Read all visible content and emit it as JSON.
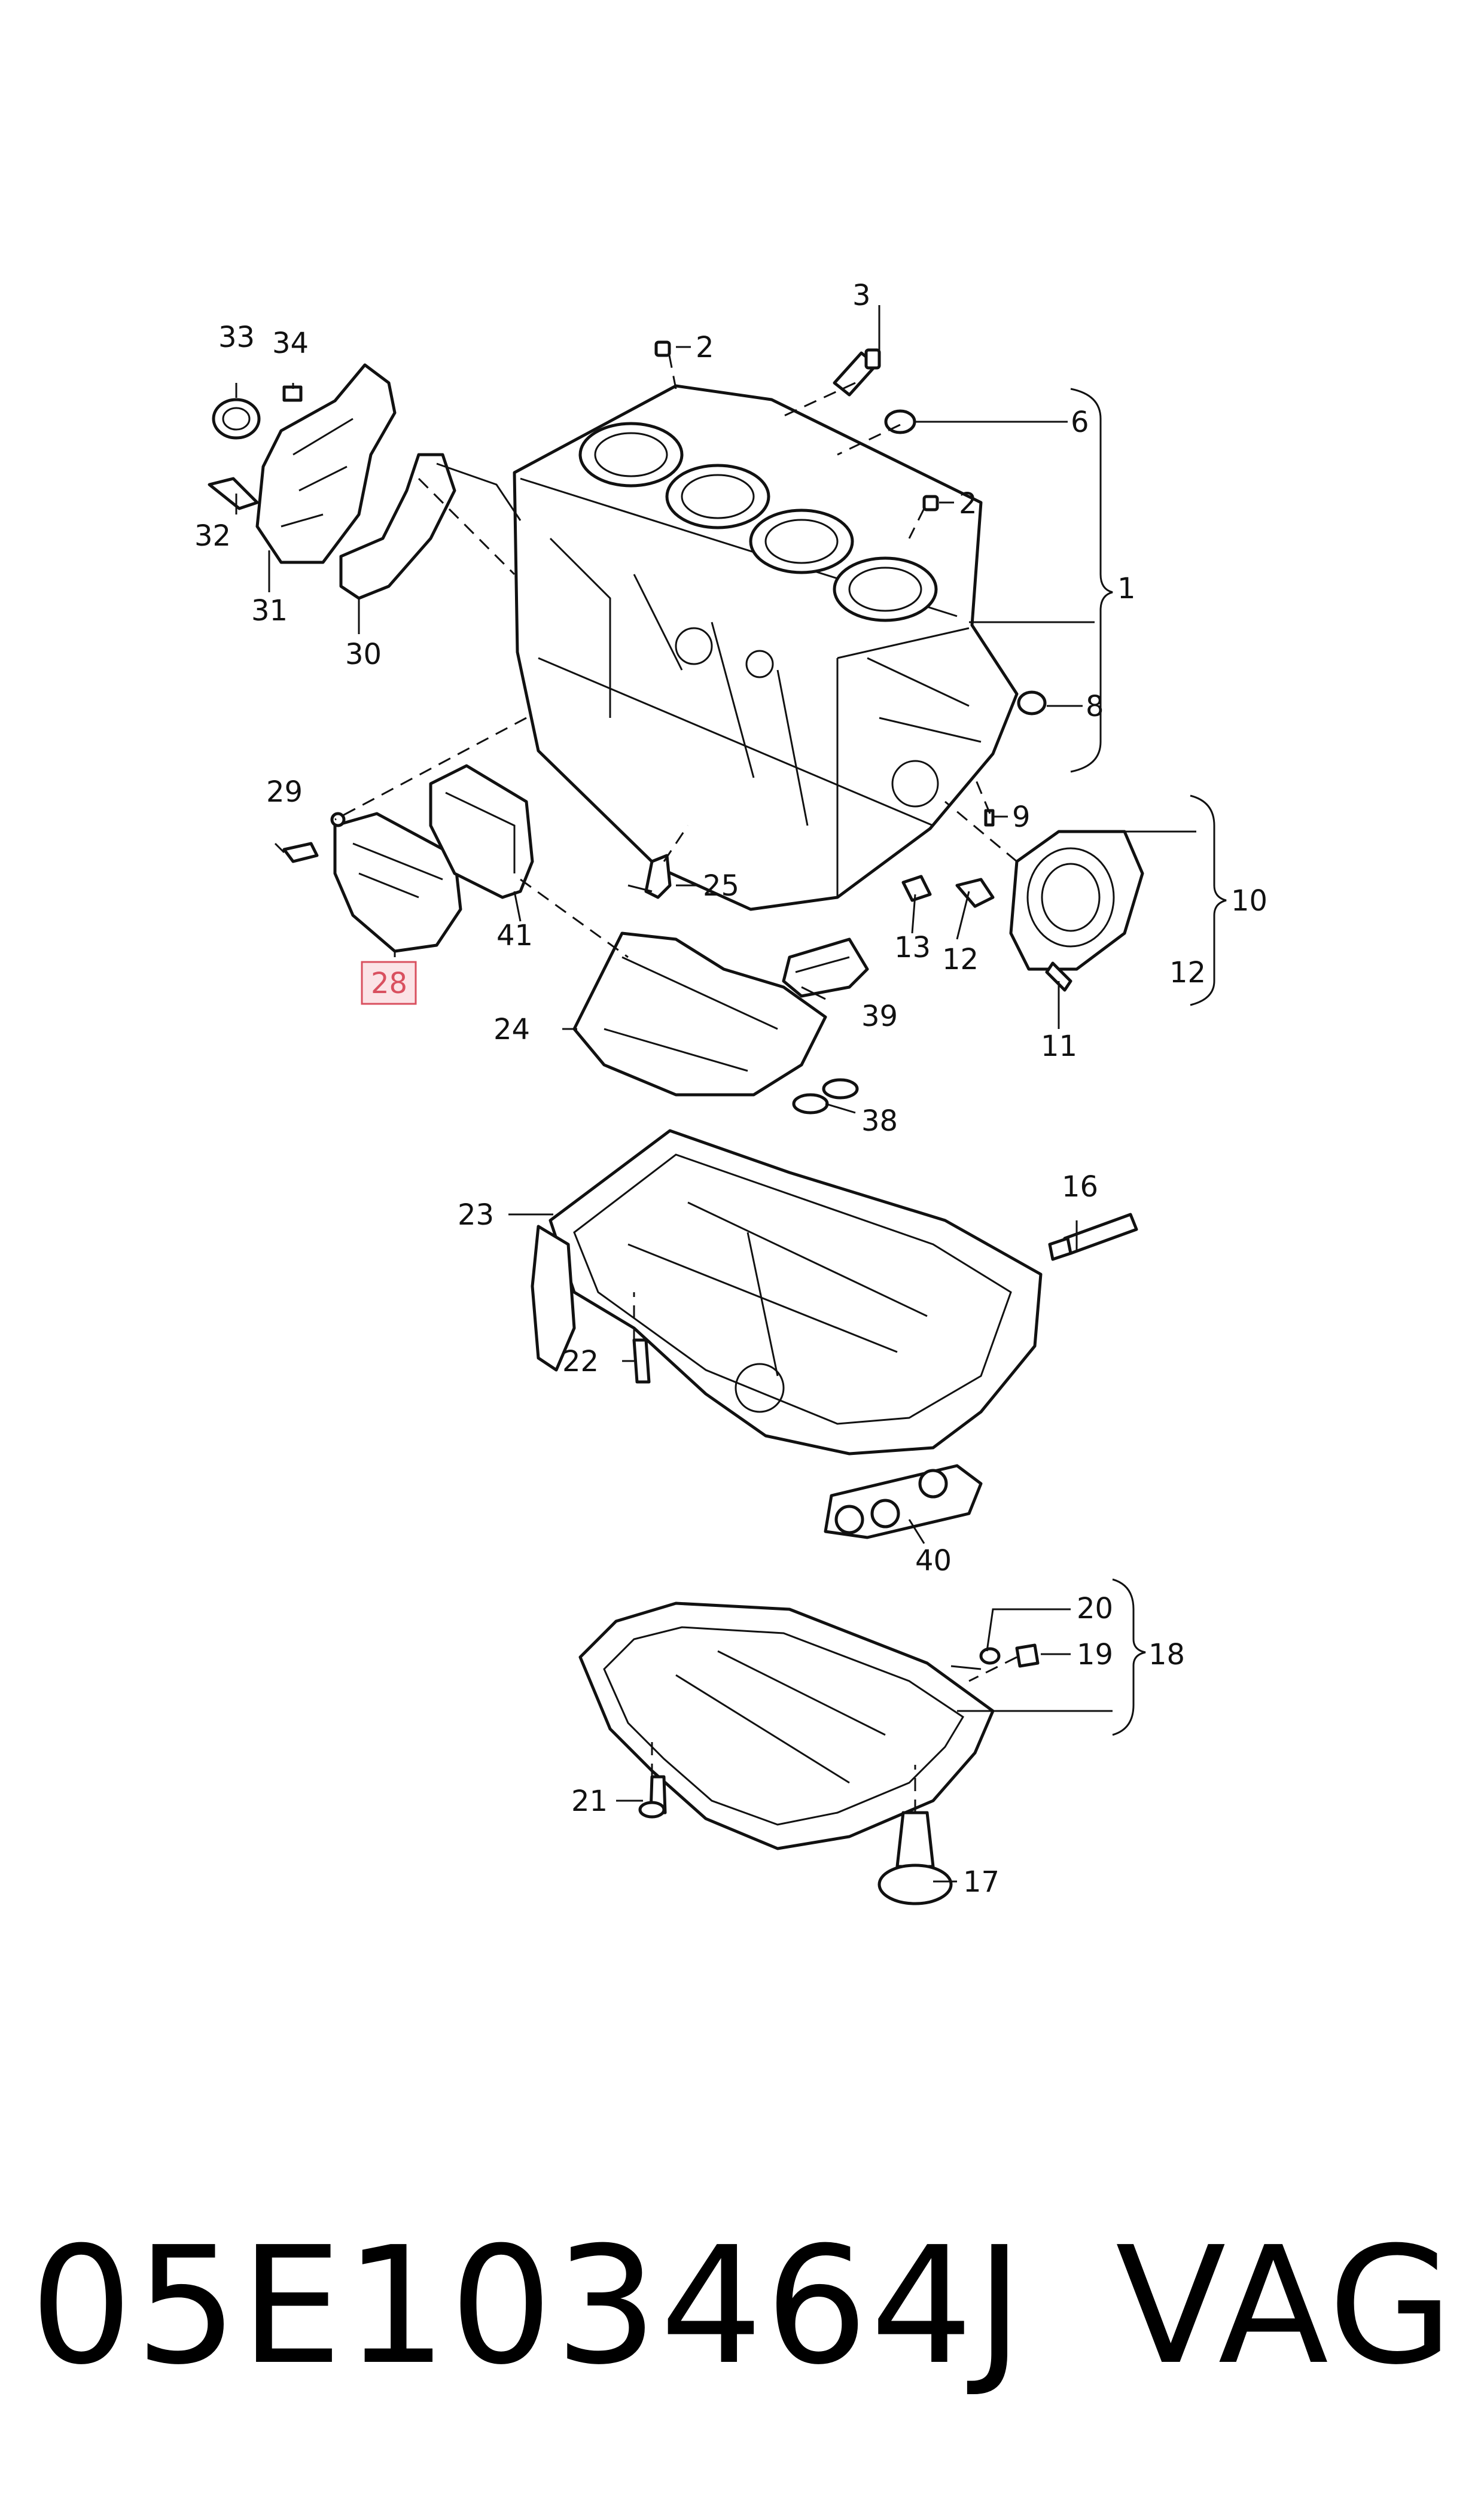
{
  "diagram": {
    "callouts": [
      "1",
      "2",
      "2",
      "3",
      "6",
      "8",
      "9",
      "10",
      "11",
      "12",
      "12",
      "13",
      "16",
      "17",
      "18",
      "19",
      "20",
      "21",
      "22",
      "23",
      "24",
      "25",
      "28",
      "29",
      "30",
      "31",
      "32",
      "33",
      "34",
      "38",
      "39",
      "40",
      "41"
    ],
    "highlighted_callout": "28"
  },
  "footer": {
    "part_number": "05E103464J",
    "brand": "VAG"
  },
  "colors": {
    "highlight_border": "#d9505f",
    "highlight_fill": "#fbe3e6",
    "line": "#111111"
  }
}
